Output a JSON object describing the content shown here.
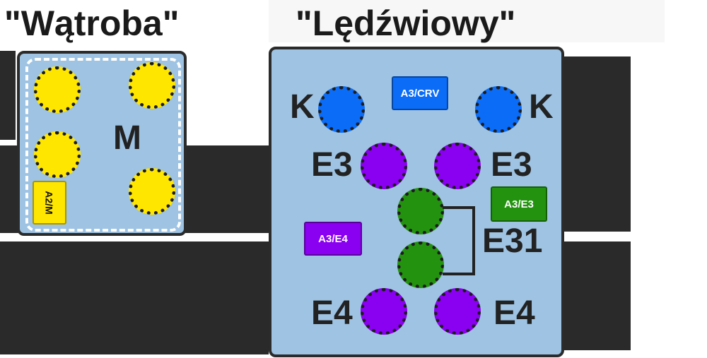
{
  "left": {
    "title": "\"Wątroba\"",
    "zone_label": "M",
    "tag": "A2/M"
  },
  "right": {
    "title": "\"Lędźwiowy\"",
    "label_k": "K",
    "label_e3": "E3",
    "label_e31": "E31",
    "label_e4": "E4",
    "tag_crv": "A3/CRV",
    "tag_e3": "A3/E3",
    "tag_e4": "A3/E4"
  },
  "colors": {
    "panel": "#9ec3e3",
    "road": "#2a2a2a",
    "yellow": "#ffe600",
    "blue": "#0a6cf7",
    "purple": "#8a00f0",
    "green": "#23930f",
    "tag_crv": "#0a6cf7",
    "tag_e3": "#23930f",
    "tag_e4": "#8a00f0",
    "tag_m": "#ffe600"
  }
}
